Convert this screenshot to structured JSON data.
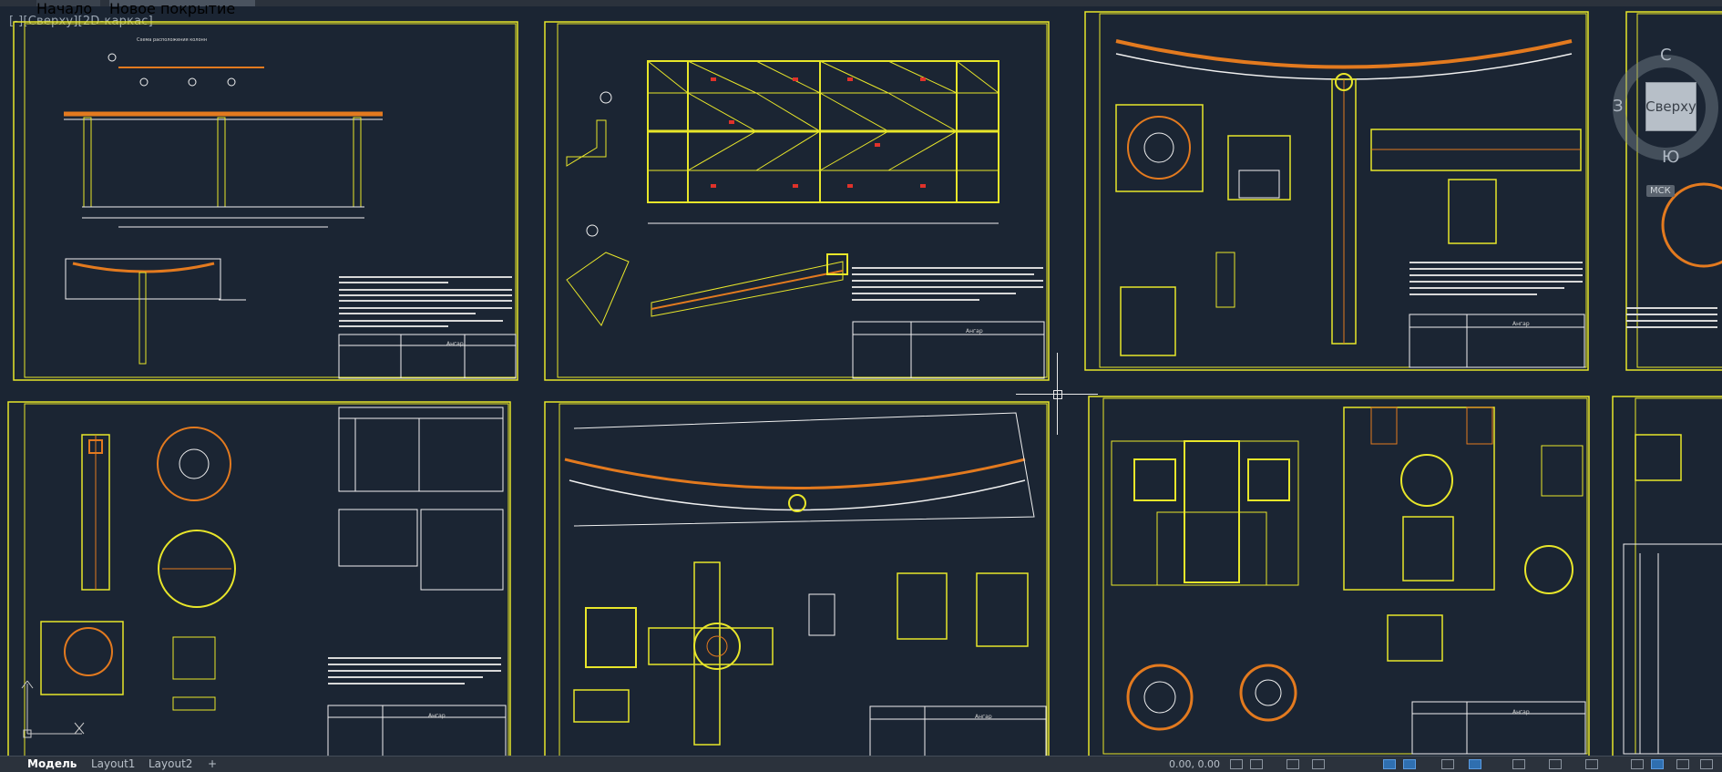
{
  "app": {
    "file_tabs": [
      "Начало",
      "Новое покрытие"
    ],
    "view_label": "[-][Сверху][2D-каркас]"
  },
  "viewcube": {
    "face": "Сверху",
    "north": "С",
    "west": "З",
    "south": "Ю",
    "wcs": "МСК"
  },
  "sheets": [
    {
      "id": 1,
      "title_block": "Ангар",
      "notes": "1. Каркас ангарного навеса..."
    },
    {
      "id": 2,
      "title_block": "Ангар"
    },
    {
      "id": 3,
      "title_block": "Ангар"
    },
    {
      "id": 4,
      "title_block": "Ангар"
    },
    {
      "id": 5,
      "title_block": "Ангар"
    },
    {
      "id": 6,
      "title_block": "Ангар"
    }
  ],
  "statusbar": {
    "tabs": [
      "Модель",
      "Layout1",
      "Layout2"
    ],
    "active_tab": "Модель",
    "add_tab": "+",
    "coords": "0.00, 0.00"
  },
  "colors": {
    "background": "#1b2533",
    "sheet_frame": "#e8e62a",
    "drawing_line": "#f0f0f0",
    "accent_red": "#e0322a",
    "accent_orange": "#e37a1f",
    "accent_magenta": "#d239c9"
  }
}
